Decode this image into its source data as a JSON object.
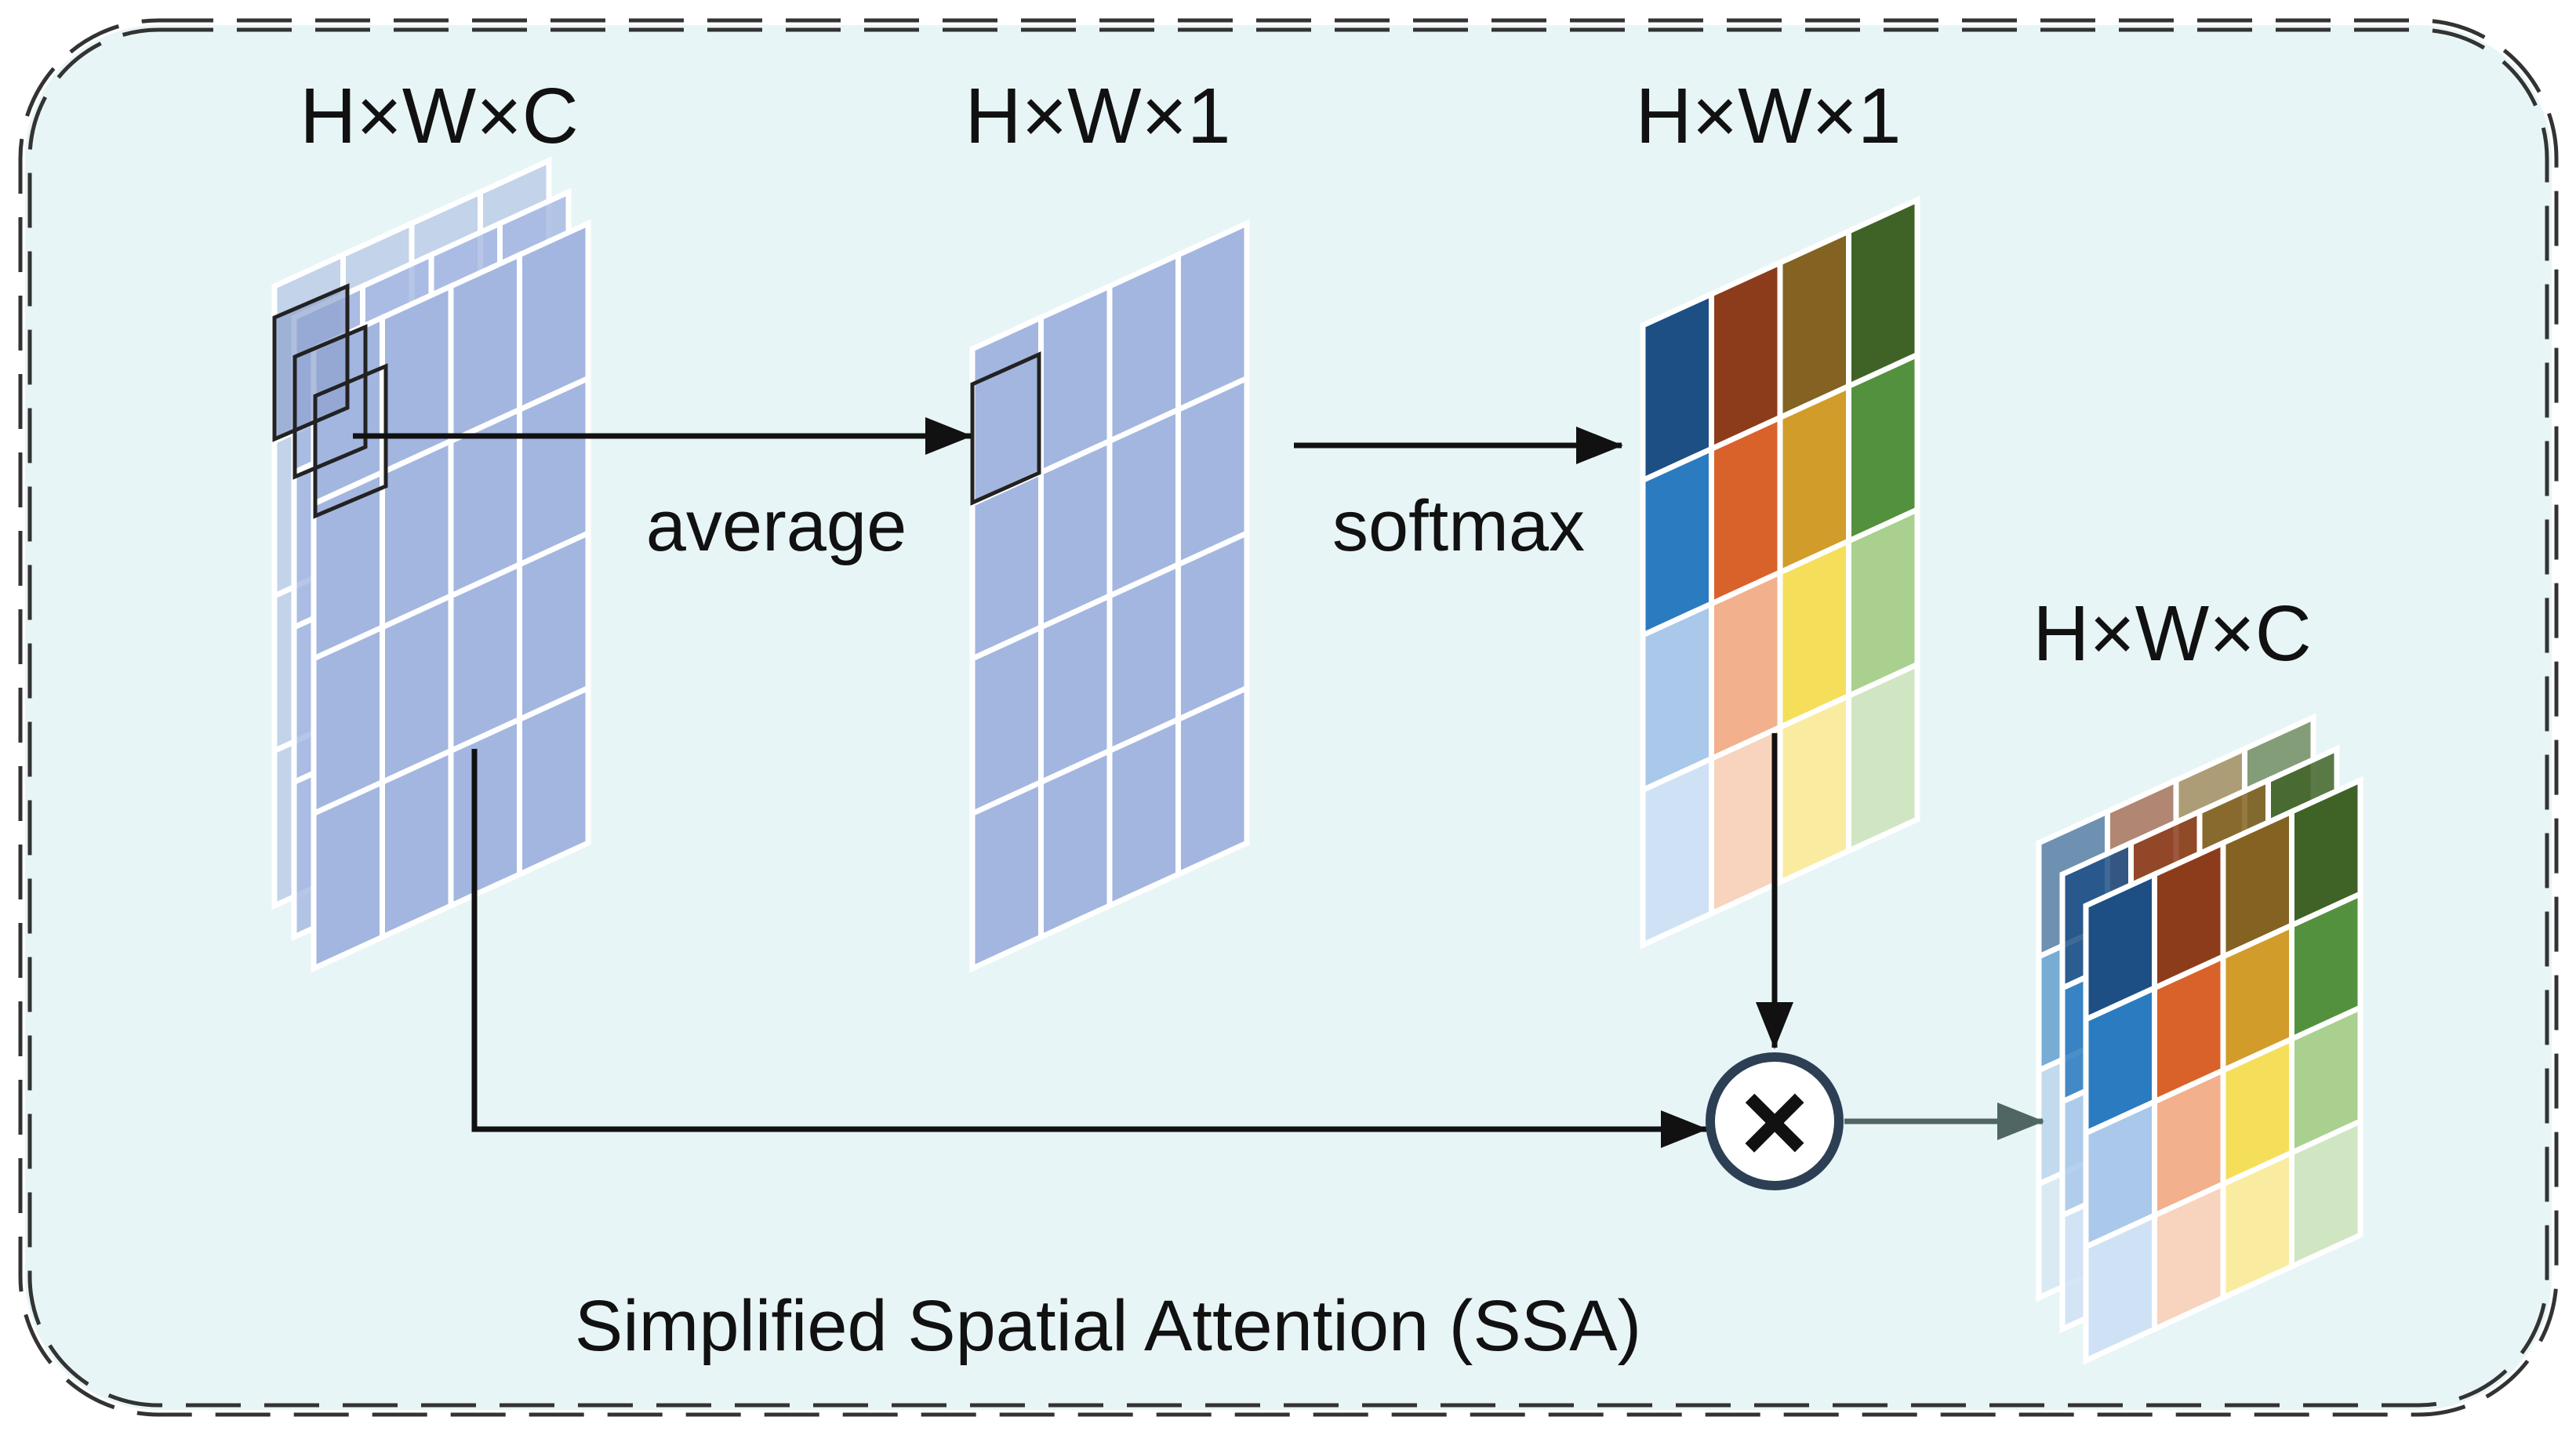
{
  "labels": {
    "input_dims": "H×W×C",
    "avg_dims": "H×W×1",
    "softmax_dims": "H×W×1",
    "output_dims": "H×W×C",
    "average": "average",
    "softmax": "softmax",
    "title": "Simplified Spatial Attention (SSA)",
    "multiply": "×"
  },
  "colors": {
    "background": "#e8f5f6",
    "border": "#333333",
    "feature": "#a3b6e0",
    "arrow": "#111111",
    "output_arrow": "#4f6663",
    "attention": [
      [
        "#1d4f85",
        "#8c3c1b",
        "#836222",
        "#3f6326"
      ],
      [
        "#2b7bc0",
        "#d9622a",
        "#d19c29",
        "#54913f"
      ],
      [
        "#a9c8ea",
        "#f2b08c",
        "#f5df5a",
        "#a9d08e"
      ],
      [
        "#cfe2f5",
        "#f8d3bd",
        "#f9eca0",
        "#d0e6c2"
      ]
    ]
  }
}
